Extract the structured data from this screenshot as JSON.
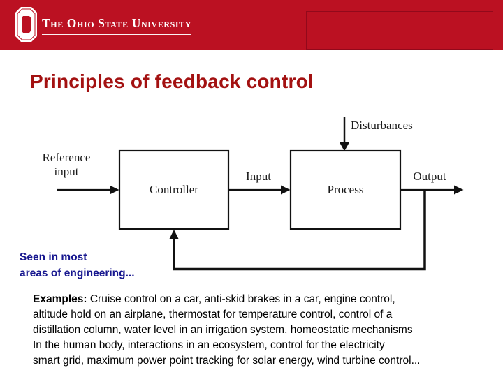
{
  "header": {
    "university_name": "The Ohio State University",
    "bar_color": "#BB1122",
    "accent_box_border_color": "#92091B"
  },
  "slide": {
    "title": "Principles of feedback control",
    "title_color": "#A31111"
  },
  "diagram": {
    "labels": {
      "disturbances": "Disturbances",
      "reference_input": "Reference\ninput",
      "controller": "Controller",
      "input": "Input",
      "process": "Process",
      "output": "Output"
    }
  },
  "notes": {
    "seen_text": "Seen in most\nareas of engineering...",
    "color": "#17178F"
  },
  "examples": {
    "label": "Examples:",
    "text": " Cruise control on a car, anti-skid brakes in a car, engine control,\naltitude hold on an airplane, thermostat for temperature control, control of a\ndistillation column, water level in an irrigation system, homeostatic mechanisms\nIn the human body, interactions in an ecosystem, control for the electricity\nsmart grid, maximum power point tracking for solar energy, wind turbine control..."
  }
}
